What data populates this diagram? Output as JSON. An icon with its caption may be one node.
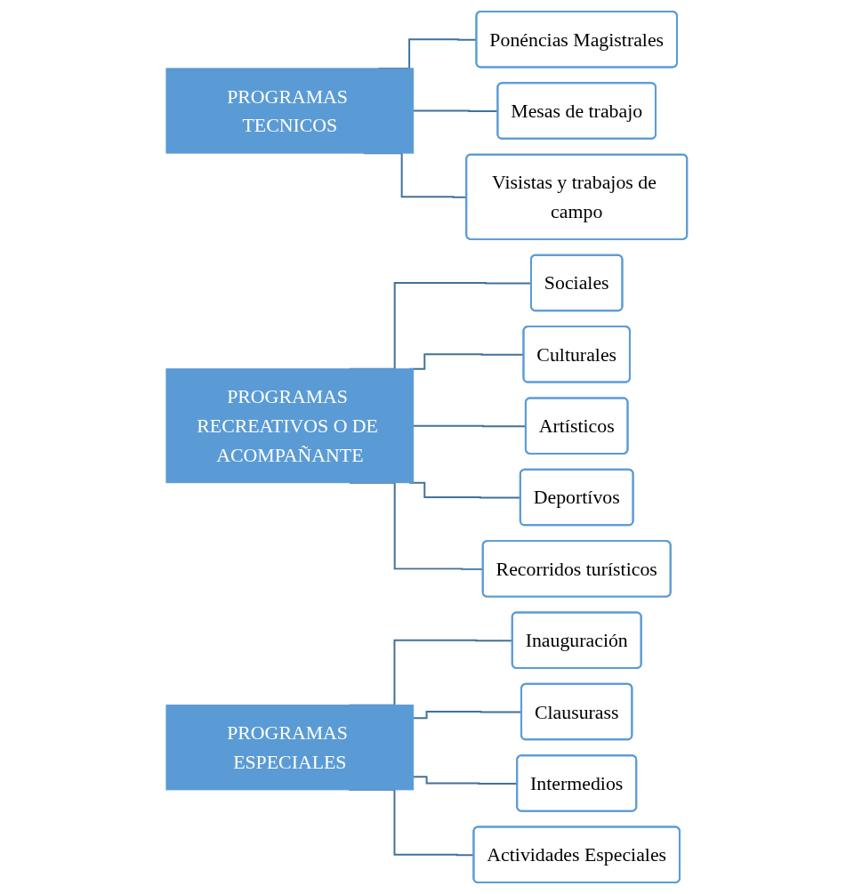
{
  "diagram": {
    "nodes": [
      {
        "text": [
          "PROGRAMAS TECNICOS"
        ]
      },
      {
        "text": [
          "Ponéncias Magistrales"
        ]
      },
      {
        "text": [
          "Mesas de trabajo"
        ]
      },
      {
        "text": [
          "Visistas y trabajos de campo"
        ]
      },
      {
        "text": [
          "PROGRAMAS RECREATIVOS O DE ACOMPAÑANTE"
        ]
      },
      {
        "text": [
          "Sociales"
        ]
      },
      {
        "text": [
          "Culturales"
        ]
      },
      {
        "text": [
          "Artísticos"
        ]
      },
      {
        "text": [
          "Deportívos"
        ]
      },
      {
        "text": [
          "Recorridos turísticos"
        ]
      },
      {
        "text": [
          "PROGRAMAS ESPECIALES"
        ]
      },
      {
        "text": [
          "Inauguración"
        ]
      },
      {
        "text": [
          "Clausurass"
        ]
      },
      {
        "text": [
          "Intermedios"
        ]
      },
      {
        "text": [
          "Actividades Especiales"
        ]
      }
    ],
    "edges": [
      {
        "from": 0,
        "to": 1,
        "arrow": "none"
      },
      {
        "from": 0,
        "to": 2,
        "arrow": "none"
      },
      {
        "from": 0,
        "to": 3,
        "arrow": "none"
      },
      {
        "from": 4,
        "to": 5,
        "arrow": "none"
      },
      {
        "from": 4,
        "to": 6,
        "arrow": "none"
      },
      {
        "from": 4,
        "to": 7,
        "arrow": "none"
      },
      {
        "from": 4,
        "to": 8,
        "arrow": "none"
      },
      {
        "from": 4,
        "to": 9,
        "arrow": "none"
      },
      {
        "from": 10,
        "to": 11,
        "arrow": "none"
      },
      {
        "from": 10,
        "to": 12,
        "arrow": "none"
      },
      {
        "from": 10,
        "to": 13,
        "arrow": "none"
      },
      {
        "from": 10,
        "to": 14,
        "arrow": "none"
      }
    ]
  }
}
